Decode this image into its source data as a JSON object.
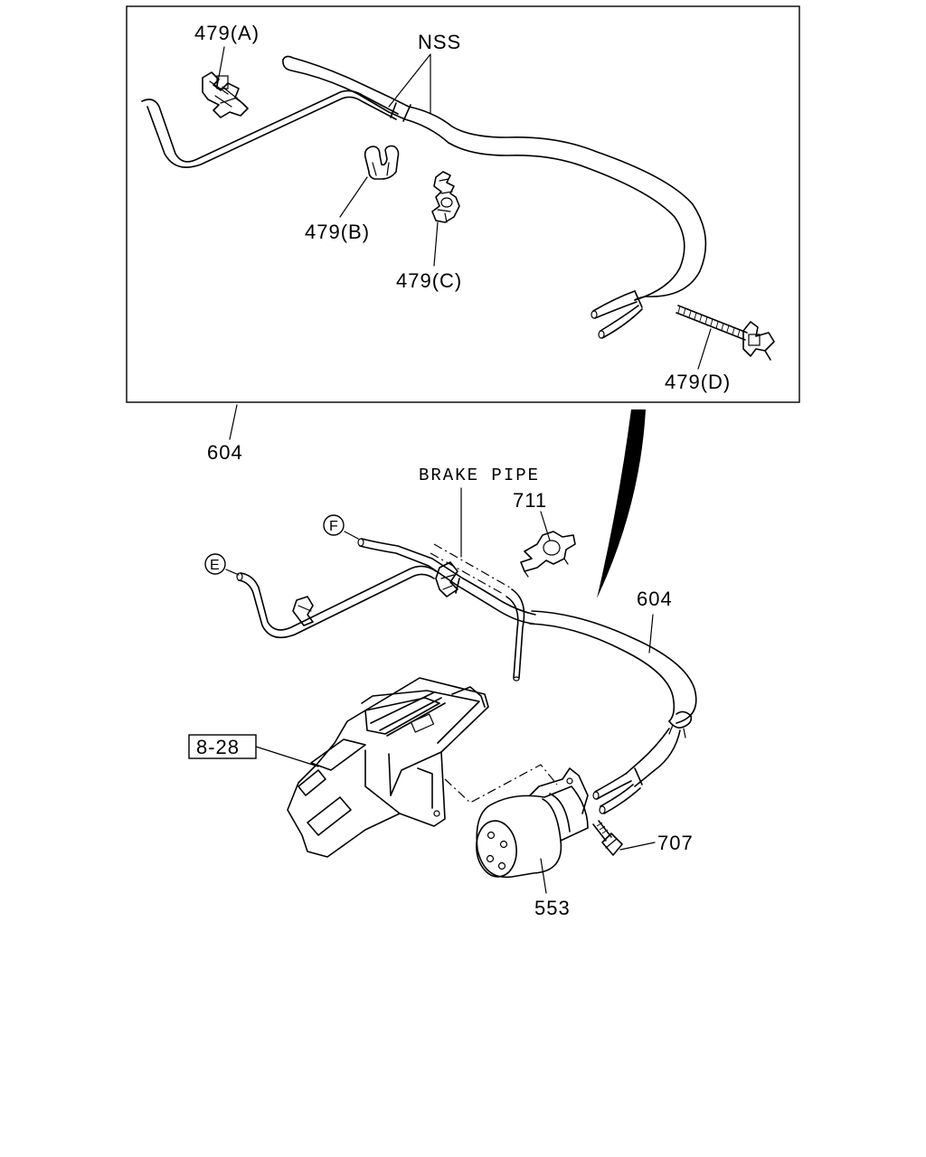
{
  "labels": {
    "clip_a": "479(A)",
    "clip_b": "479(B)",
    "clip_c": "479(C)",
    "clip_d": "479(D)",
    "nss": "NSS",
    "harness_top": "604",
    "harness_bottom": "604",
    "brake_pipe": "BRAKE PIPE",
    "clip_711": "711",
    "ref_box": "8-28",
    "bolt": "707",
    "socket": "553",
    "conn_e": "E",
    "conn_f": "F"
  }
}
